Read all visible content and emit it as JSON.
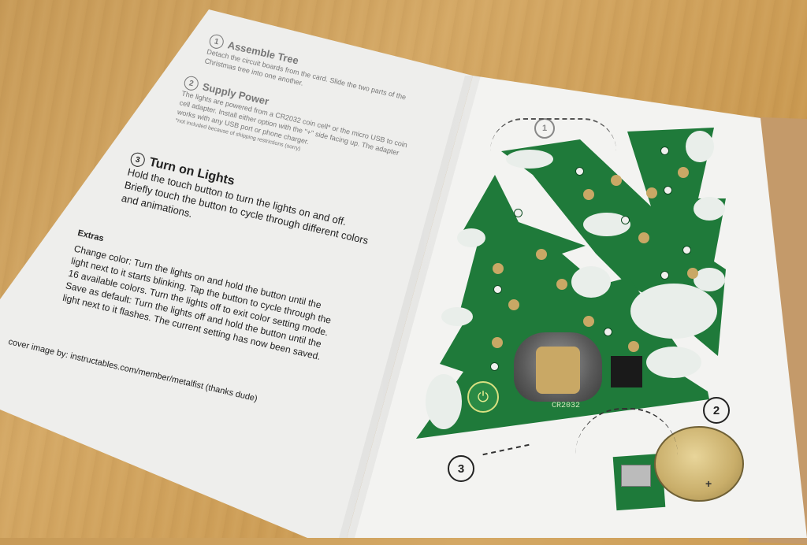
{
  "scene": {
    "description": "Open instruction card for a PCB Christmas tree kit on a wooden table",
    "colors": {
      "table": "#c9984f",
      "paper": "#f0f0ee",
      "pcb_green": "#1f7a3a",
      "gold_pad": "#c9a865"
    }
  },
  "left_page": {
    "steps": [
      {
        "number": "1",
        "title": "Assemble Tree",
        "body": "Detach the circuit boards from the card. Slide the two parts of the Christmas tree into one another."
      },
      {
        "number": "2",
        "title": "Supply Power",
        "body": "The lights are powered from a CR2032 coin cell* or the micro USB to coin cell adapter. Install either option with the \"+\" side facing up. The adapter works with any USB port or phone charger.",
        "footnote": "*not included because of shipping restrictions (sorry)"
      },
      {
        "number": "3",
        "title": "Turn on Lights",
        "body": "Hold the touch button to turn the lights on and off. Briefly touch the button to cycle through different colors and animations."
      }
    ],
    "extras": {
      "title": "Extras",
      "paragraphs": [
        "Change color: Turn the lights on and hold the button until the light next to it starts blinking. Tap the button to cycle through the 16 available colors. Turn the lights off to exit color setting mode.",
        "Save as default: Turn the lights off and hold the button until the light next to it flashes. The current setting has now been saved."
      ]
    },
    "credit": "cover image by: instructables.com/member/metalfist (thanks dude)"
  },
  "right_page": {
    "diagram_labels": {
      "step1": "1",
      "step2": "2",
      "step3": "3",
      "battery_label": "CR2032",
      "coin_polarity": "+",
      "power_icon": "⏻"
    }
  }
}
